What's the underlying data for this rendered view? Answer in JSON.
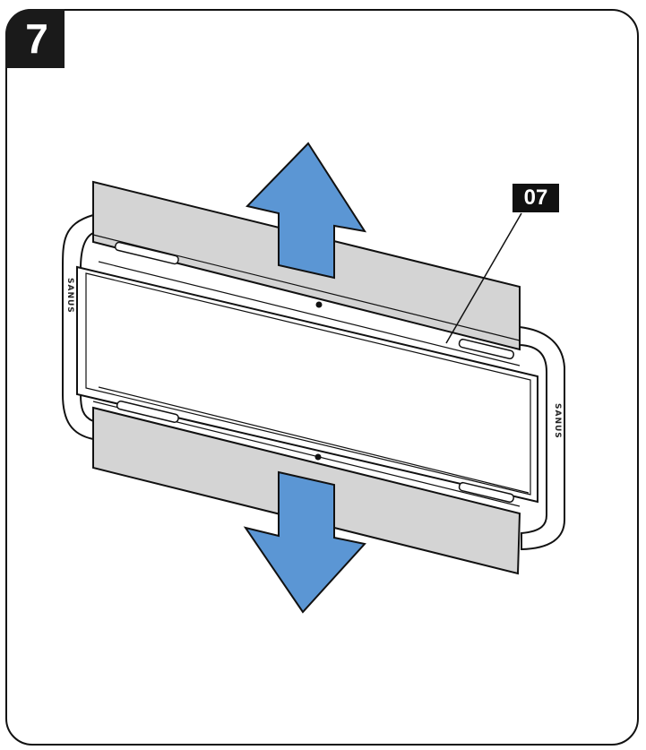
{
  "step": {
    "number": "7"
  },
  "callout": {
    "label": "07"
  },
  "brand": {
    "text": "SANUS"
  },
  "colors": {
    "arrow": "#5b96d4",
    "panel": "#d4d4d4",
    "stroke": "#111111"
  }
}
